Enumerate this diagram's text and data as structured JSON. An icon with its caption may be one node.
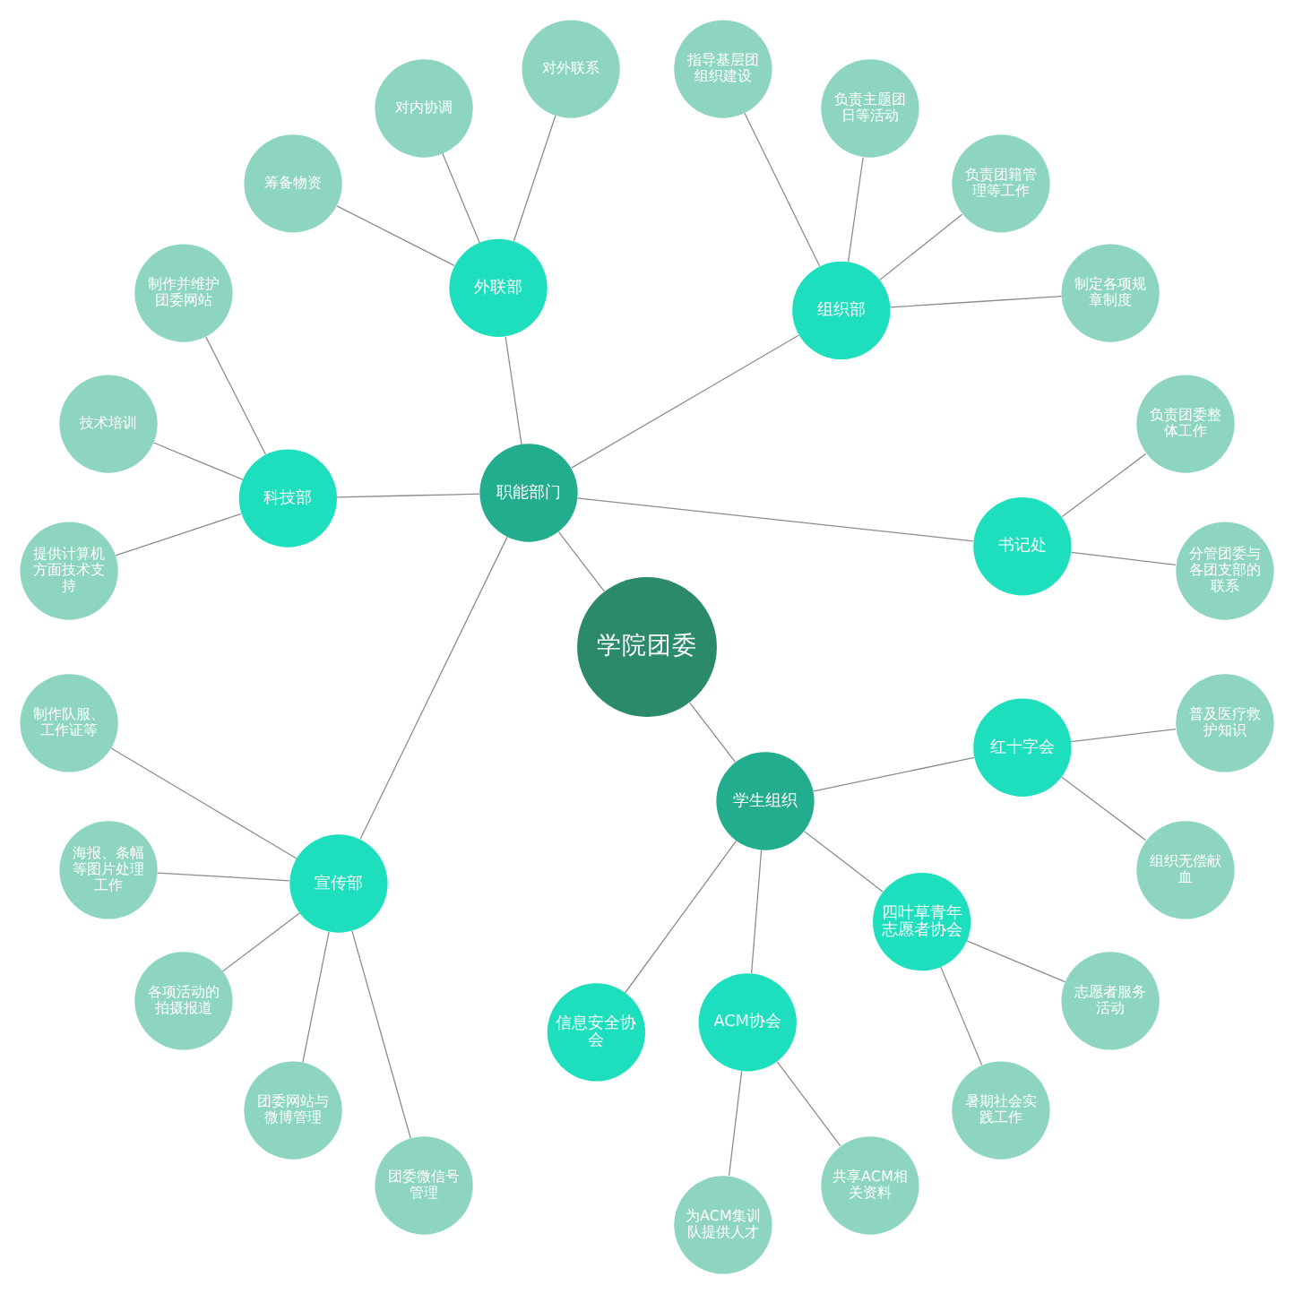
{
  "diagram": {
    "nodes": [
      {
        "text": [
          "学院团委"
        ]
      },
      {
        "text": [
          "职能部门"
        ]
      },
      {
        "text": [
          "学生组织"
        ]
      },
      {
        "text": [
          "书记处"
        ]
      },
      {
        "text": [
          "组织部"
        ]
      },
      {
        "text": [
          "外联部"
        ]
      },
      {
        "text": [
          "科技部"
        ]
      },
      {
        "text": [
          "宣传部"
        ]
      },
      {
        "text": [
          "信息安全协会"
        ]
      },
      {
        "text": [
          "ACM协会"
        ]
      },
      {
        "text": [
          "四叶草青年志愿者协会"
        ]
      },
      {
        "text": [
          "红十字会"
        ]
      },
      {
        "text": [
          "分管团委与各团支部的联系"
        ]
      },
      {
        "text": [
          "负责团委整体工作"
        ]
      },
      {
        "text": [
          "制定各项规章制度"
        ]
      },
      {
        "text": [
          "负责团籍管理等工作"
        ]
      },
      {
        "text": [
          "负责主题团日等活动"
        ]
      },
      {
        "text": [
          "指导基层团组织建设"
        ]
      },
      {
        "text": [
          "对外联系"
        ]
      },
      {
        "text": [
          "对内协调"
        ]
      },
      {
        "text": [
          "筹备物资"
        ]
      },
      {
        "text": [
          "制作并维护团委网站"
        ]
      },
      {
        "text": [
          "技术培训"
        ]
      },
      {
        "text": [
          "提供计算机方面技术支持"
        ]
      },
      {
        "text": [
          "制作队服、工作证等"
        ]
      },
      {
        "text": [
          "海报、条幅等图片处理工作"
        ]
      },
      {
        "text": [
          "各项活动的拍摄报道"
        ]
      },
      {
        "text": [
          "团委网站与微博管理"
        ]
      },
      {
        "text": [
          "团委微信号管理"
        ]
      },
      {
        "text": [
          "为ACM集训队提供人才"
        ]
      },
      {
        "text": [
          "共享ACM相关资料"
        ]
      },
      {
        "text": [
          "暑期社会实践工作"
        ]
      },
      {
        "text": [
          "志愿者服务活动"
        ]
      },
      {
        "text": [
          "组织无偿献血"
        ]
      },
      {
        "text": [
          "普及医疗救护知识"
        ]
      }
    ],
    "edges": [
      {
        "from": 0,
        "to": 1,
        "arrow": "none"
      },
      {
        "from": 0,
        "to": 2,
        "arrow": "none"
      },
      {
        "from": 1,
        "to": 3,
        "arrow": "none"
      },
      {
        "from": 1,
        "to": 4,
        "arrow": "none"
      },
      {
        "from": 1,
        "to": 5,
        "arrow": "none"
      },
      {
        "from": 1,
        "to": 6,
        "arrow": "none"
      },
      {
        "from": 1,
        "to": 7,
        "arrow": "none"
      },
      {
        "from": 2,
        "to": 8,
        "arrow": "none"
      },
      {
        "from": 2,
        "to": 9,
        "arrow": "none"
      },
      {
        "from": 2,
        "to": 10,
        "arrow": "none"
      },
      {
        "from": 2,
        "to": 11,
        "arrow": "none"
      },
      {
        "from": 3,
        "to": 12,
        "arrow": "none"
      },
      {
        "from": 3,
        "to": 13,
        "arrow": "none"
      },
      {
        "from": 4,
        "to": 14,
        "arrow": "none"
      },
      {
        "from": 4,
        "to": 15,
        "arrow": "none"
      },
      {
        "from": 4,
        "to": 16,
        "arrow": "none"
      },
      {
        "from": 4,
        "to": 17,
        "arrow": "none"
      },
      {
        "from": 5,
        "to": 18,
        "arrow": "none"
      },
      {
        "from": 5,
        "to": 19,
        "arrow": "none"
      },
      {
        "from": 5,
        "to": 20,
        "arrow": "none"
      },
      {
        "from": 6,
        "to": 21,
        "arrow": "none"
      },
      {
        "from": 6,
        "to": 22,
        "arrow": "none"
      },
      {
        "from": 6,
        "to": 23,
        "arrow": "none"
      },
      {
        "from": 7,
        "to": 24,
        "arrow": "none"
      },
      {
        "from": 7,
        "to": 25,
        "arrow": "none"
      },
      {
        "from": 7,
        "to": 26,
        "arrow": "none"
      },
      {
        "from": 7,
        "to": 27,
        "arrow": "none"
      },
      {
        "from": 7,
        "to": 28,
        "arrow": "none"
      },
      {
        "from": 9,
        "to": 29,
        "arrow": "none"
      },
      {
        "from": 9,
        "to": 30,
        "arrow": "none"
      },
      {
        "from": 10,
        "to": 31,
        "arrow": "none"
      },
      {
        "from": 10,
        "to": 32,
        "arrow": "none"
      },
      {
        "from": 11,
        "to": 33,
        "arrow": "none"
      },
      {
        "from": 11,
        "to": 34,
        "arrow": "none"
      }
    ]
  }
}
